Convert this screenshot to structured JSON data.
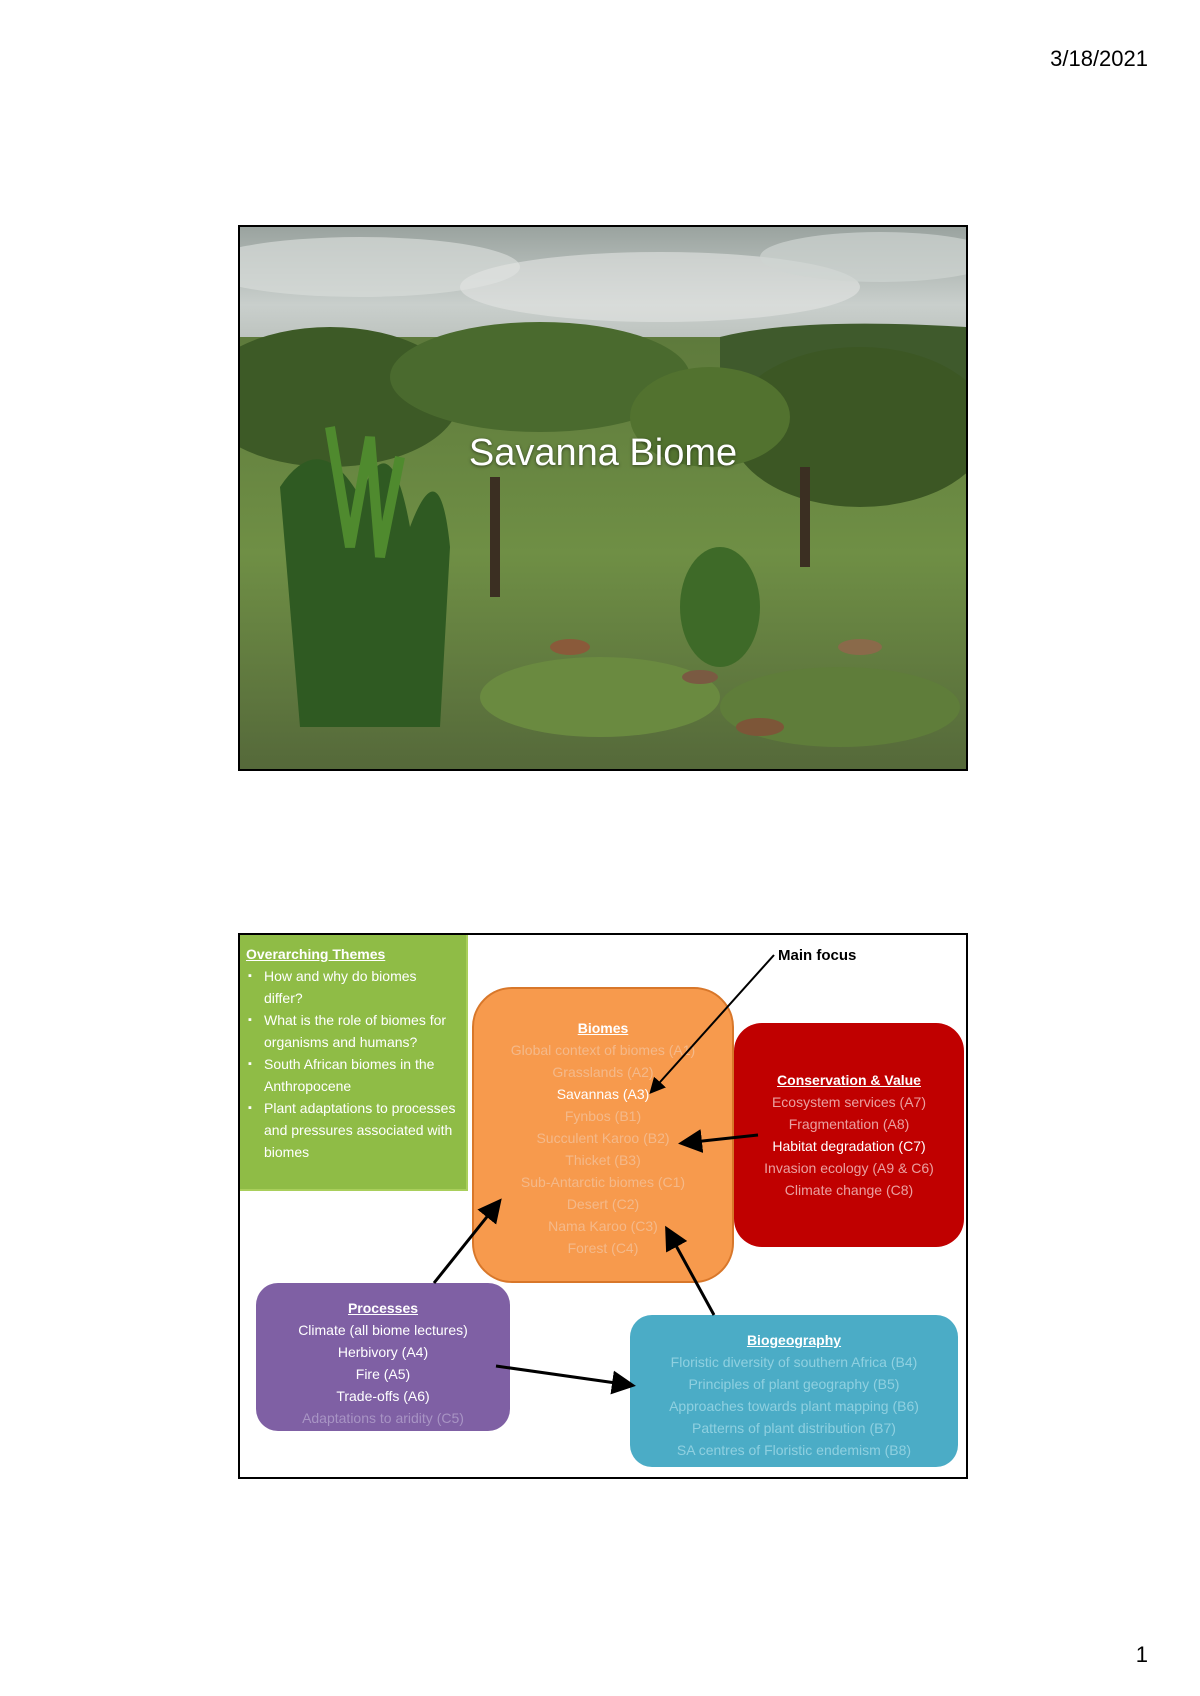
{
  "header": {
    "date": "3/18/2021"
  },
  "footer": {
    "page_number": "1"
  },
  "slide1": {
    "title": "Savanna Biome"
  },
  "slide2": {
    "main_focus_label": "Main focus",
    "themes": {
      "heading": "Overarching Themes",
      "items": [
        "How and why do biomes differ?",
        "What is the role of biomes for organisms and humans?",
        "South African biomes in the Anthropocene",
        "Plant adaptations to processes and pressures associated with biomes"
      ]
    },
    "biomes": {
      "heading": "Biomes",
      "items": [
        "Global context of biomes (A1)",
        "Grasslands (A2)",
        "Savannas (A3)",
        "Fynbos (B1)",
        "Succulent Karoo (B2)",
        "Thicket (B3)",
        "Sub-Antarctic biomes (C1)",
        "Desert (C2)",
        "Nama Karoo (C3)",
        "Forest (C4)"
      ]
    },
    "conservation": {
      "heading": "Conservation & Value",
      "items": [
        "Ecosystem services (A7)",
        "Fragmentation (A8)",
        "Habitat degradation (C7)",
        "Invasion ecology (A9 & C6)",
        "Climate change (C8)"
      ]
    },
    "processes": {
      "heading": "Processes",
      "items": [
        "Climate (all biome lectures)",
        "Herbivory (A4)",
        "Fire (A5)",
        "Trade-offs (A6)",
        "Adaptations to aridity (C5)"
      ]
    },
    "biogeography": {
      "heading": "Biogeography",
      "items": [
        "Floristic diversity of southern Africa (B4)",
        "Principles of plant geography (B5)",
        "Approaches towards plant mapping (B6)",
        "Patterns of plant distribution (B7)",
        "SA centres of Floristic endemism (B8)"
      ]
    },
    "colors": {
      "themes": "#8fbc46",
      "biomes": "#f79a4d",
      "conservation": "#c00000",
      "processes": "#7f60a4",
      "biogeography": "#4bacc6"
    }
  }
}
